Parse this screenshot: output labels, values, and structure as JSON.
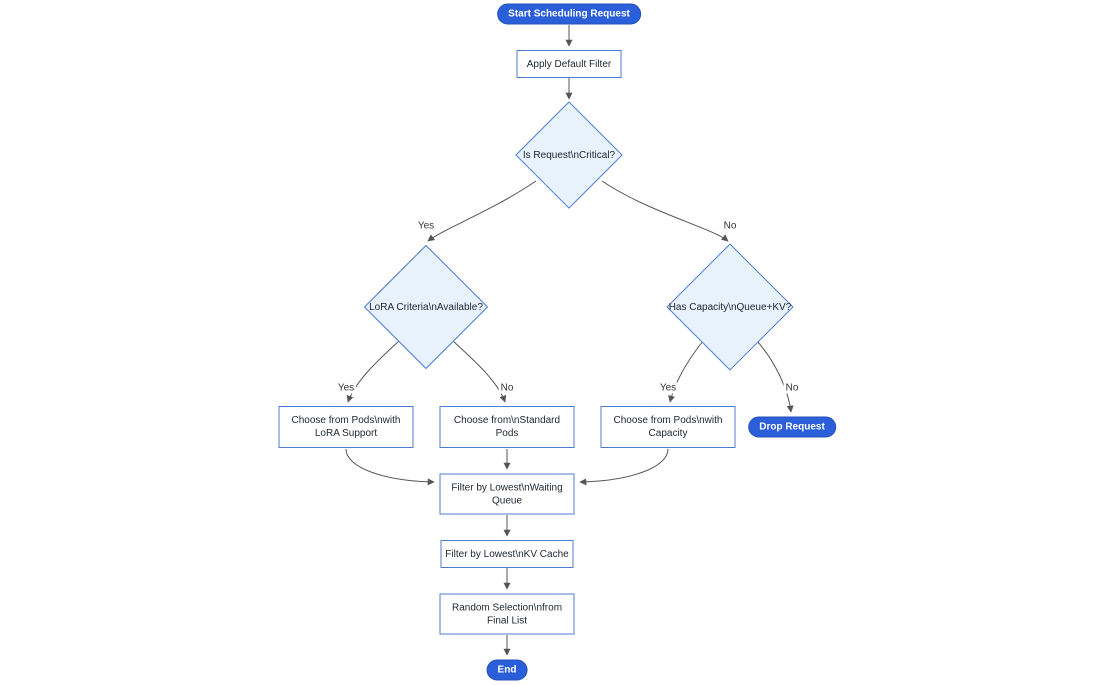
{
  "diagram": {
    "nodes": {
      "start": {
        "label": "Start Scheduling Request"
      },
      "apply_filter": {
        "label": "Apply Default Filter"
      },
      "is_critical": {
        "label": "Is Request\\nCritical?"
      },
      "lora_criteria": {
        "label": "LoRA Criteria\\nAvailable?"
      },
      "has_capacity": {
        "label": "Has Capacity\\nQueue+KV?"
      },
      "choose_lora": {
        "line1": "Choose from Pods\\nwith",
        "line2": "LoRA Support"
      },
      "choose_standard": {
        "line1": "Choose from\\nStandard",
        "line2": "Pods"
      },
      "choose_capacity": {
        "line1": "Choose from Pods\\nwith",
        "line2": "Capacity"
      },
      "drop_request": {
        "label": "Drop Request"
      },
      "filter_waiting": {
        "line1": "Filter by Lowest\\nWaiting",
        "line2": "Queue"
      },
      "filter_kv": {
        "label": "Filter by Lowest\\nKV Cache"
      },
      "random_selection": {
        "line1": "Random Selection\\nfrom",
        "line2": "Final List"
      },
      "end": {
        "label": "End"
      }
    },
    "edge_labels": {
      "critical_yes": "Yes",
      "critical_no": "No",
      "lora_yes": "Yes",
      "lora_no": "No",
      "capacity_yes": "Yes",
      "capacity_no": "No"
    },
    "colors": {
      "pill_fill": "#2b5fd9",
      "pill_border": "#2450b8",
      "rect_fill": "#ffffff",
      "node_border": "#4d7dd1",
      "decision_fill": "#e8f2fc",
      "edge": "#555555",
      "text": "#1f2430",
      "label_text": "#333333"
    }
  }
}
